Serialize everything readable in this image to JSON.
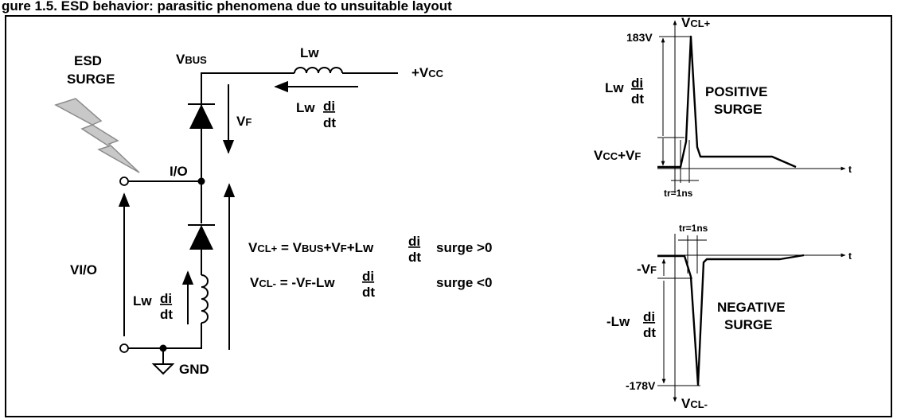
{
  "header": {
    "title": "gure 1.5. ESD behavior: parasitic phenomena due to unsuitable layout"
  },
  "colors": {
    "frame": "#000000",
    "bolt_fill": "#c8c8c8",
    "bolt_stroke": "#8c8c8c"
  },
  "icons": {
    "surge": "lightning-bolt-icon",
    "ground": "ground-symbol-icon",
    "diode": "diode-icon",
    "inductor": "inductor-icon"
  },
  "circuit": {
    "esd_line1": "ESD",
    "esd_line2": "SURGE",
    "vbus_main": "V",
    "vbus_sub": "BUS",
    "lw_top": "Lw",
    "vcc_prefix": "+V",
    "vcc_sub": "CC",
    "lw_drop_prefix": "Lw",
    "di": "di",
    "dt": "dt",
    "vf_main": "V",
    "vf_sub": "F",
    "io_label": "I/O",
    "vio_label": "VI/O",
    "gnd_label": "GND"
  },
  "equations": {
    "eq1_v": "V",
    "eq1_sub": "CL+",
    "eq1_rhs": "= V",
    "eq1_bus": "BUS",
    "eq1_plusv": "+V",
    "eq1_f": "F",
    "eq1_lw": "+Lw",
    "eq1_cond": "surge >0",
    "eq2_v": "V",
    "eq2_sub": "CL-",
    "eq2_rhs": "= -V",
    "eq2_f": "F",
    "eq2_lw": "-Lw",
    "eq2_cond": "surge <0"
  },
  "positive": {
    "vcl_main": "V",
    "vcl_sub": "CL+",
    "peak": "183V",
    "lw_prefix": "Lw",
    "title1": "POSITIVE",
    "title2": "SURGE",
    "vccvf_v": "V",
    "vccvf_cc": "CC",
    "vccvf_plusv": "+V",
    "vccvf_f": "F",
    "t": "t",
    "tr": "tr=1ns"
  },
  "negative": {
    "tr": "tr=1ns",
    "t": "t",
    "vf_prefix": "-V",
    "vf_sub": "F",
    "lw_prefix": "-Lw",
    "title1": "NEGATIVE",
    "title2": "SURGE",
    "peak": "-178V",
    "vcl_main": "V",
    "vcl_sub": "CL-"
  }
}
